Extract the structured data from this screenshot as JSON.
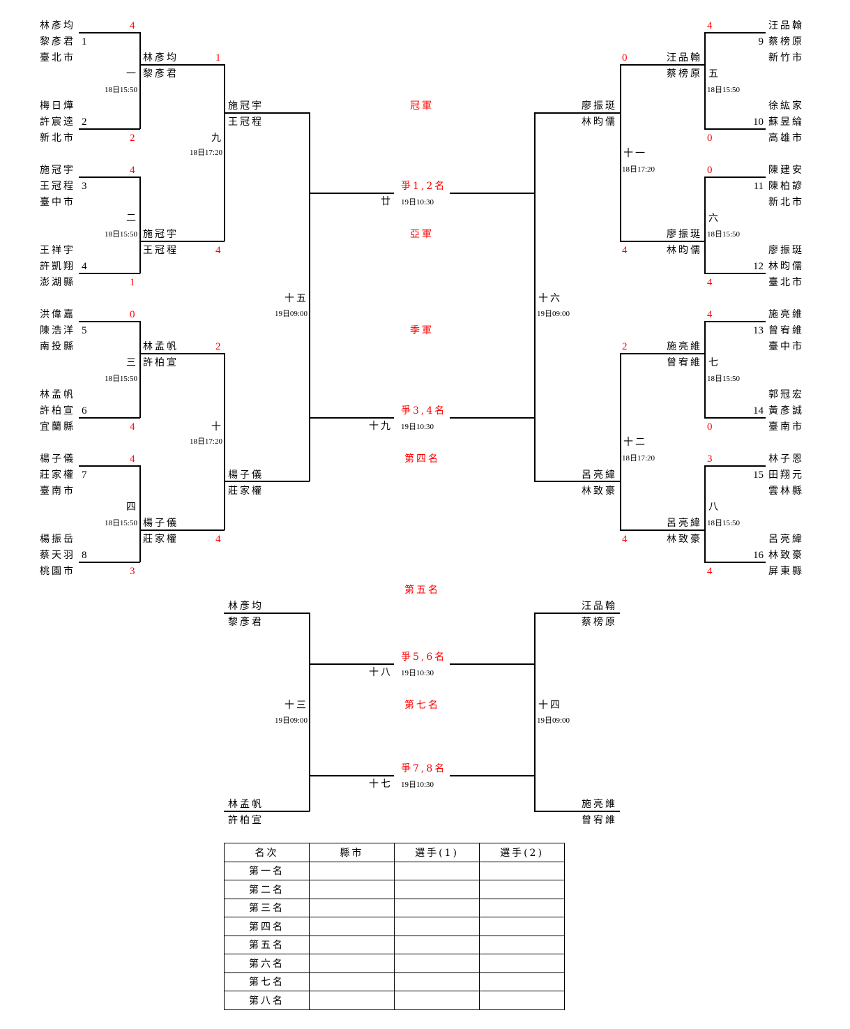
{
  "left_first_round": [
    {
      "seed": "1",
      "p1": "林彥均",
      "p2": "黎彥君",
      "city": "臺北市",
      "score": "4"
    },
    {
      "seed": "2",
      "p1": "梅日燁",
      "p2": "許宸逵",
      "city": "新北市",
      "score": "2"
    },
    {
      "seed": "3",
      "p1": "施冠宇",
      "p2": "王冠程",
      "city": "臺中市",
      "score": "4"
    },
    {
      "seed": "4",
      "p1": "王祥宇",
      "p2": "許凱翔",
      "city": "澎湖縣",
      "score": "1"
    },
    {
      "seed": "5",
      "p1": "洪偉嘉",
      "p2": "陳浩洋",
      "city": "南投縣",
      "score": "0"
    },
    {
      "seed": "6",
      "p1": "林孟帆",
      "p2": "許柏宣",
      "city": "宜蘭縣",
      "score": "4"
    },
    {
      "seed": "7",
      "p1": "楊子儀",
      "p2": "莊家權",
      "city": "臺南市",
      "score": "4"
    },
    {
      "seed": "8",
      "p1": "楊振岳",
      "p2": "蔡天羽",
      "city": "桃園市",
      "score": "3"
    }
  ],
  "right_first_round": [
    {
      "seed": "9",
      "p1": "汪品翰",
      "p2": "蔡榜原",
      "city": "新竹市",
      "score": "4"
    },
    {
      "seed": "10",
      "p1": "徐紘家",
      "p2": "蘇昱綸",
      "city": "高雄市",
      "score": "0"
    },
    {
      "seed": "11",
      "p1": "陳建安",
      "p2": "陳柏諺",
      "city": "新北市",
      "score": "0"
    },
    {
      "seed": "12",
      "p1": "廖振珽",
      "p2": "林昀儒",
      "city": "臺北市",
      "score": "4"
    },
    {
      "seed": "13",
      "p1": "施亮維",
      "p2": "曾宥維",
      "city": "臺中市",
      "score": "4"
    },
    {
      "seed": "14",
      "p1": "郭冠宏",
      "p2": "黃彥誠",
      "city": "臺南市",
      "score": "0"
    },
    {
      "seed": "15",
      "p1": "林子恩",
      "p2": "田翔元",
      "city": "雲林縣",
      "score": "3"
    },
    {
      "seed": "16",
      "p1": "呂亮緯",
      "p2": "林致豪",
      "city": "屏東縣",
      "score": "4"
    }
  ],
  "matches_r1": [
    {
      "no": "一",
      "time": "18日15:50"
    },
    {
      "no": "二",
      "time": "18日15:50"
    },
    {
      "no": "三",
      "time": "18日15:50"
    },
    {
      "no": "四",
      "time": "18日15:50"
    },
    {
      "no": "五",
      "time": "18日15:50"
    },
    {
      "no": "六",
      "time": "18日15:50"
    },
    {
      "no": "七",
      "time": "18日15:50"
    },
    {
      "no": "八",
      "time": "18日15:50"
    }
  ],
  "left_r2": [
    {
      "p1": "林彥均",
      "p2": "黎彥君",
      "score": "1"
    },
    {
      "p1": "施冠宇",
      "p2": "王冠程",
      "score": "4"
    },
    {
      "p1": "林孟帆",
      "p2": "許柏宣",
      "score": "2"
    },
    {
      "p1": "楊子儀",
      "p2": "莊家權",
      "score": "4"
    }
  ],
  "right_r2": [
    {
      "p1": "汪品翰",
      "p2": "蔡榜原",
      "score": "0"
    },
    {
      "p1": "廖振珽",
      "p2": "林昀儒",
      "score": "4"
    },
    {
      "p1": "施亮維",
      "p2": "曾宥維",
      "score": "2"
    },
    {
      "p1": "呂亮緯",
      "p2": "林致豪",
      "score": "4"
    }
  ],
  "matches_r2": [
    {
      "no": "九",
      "time": "18日17:20"
    },
    {
      "no": "十",
      "time": "18日17:20"
    },
    {
      "no": "十一",
      "time": "18日17:20"
    },
    {
      "no": "十二",
      "time": "18日17:20"
    }
  ],
  "left_semi": [
    {
      "p1": "施冠宇",
      "p2": "王冠程"
    },
    {
      "p1": "楊子儀",
      "p2": "莊家權"
    }
  ],
  "right_semi": [
    {
      "p1": "廖振珽",
      "p2": "林昀儒"
    },
    {
      "p1": "呂亮緯",
      "p2": "林致豪"
    }
  ],
  "matches_semi": [
    {
      "no": "十五",
      "time": "19日09:00"
    },
    {
      "no": "十六",
      "time": "19日09:00"
    }
  ],
  "final_labels": {
    "champion": "冠軍",
    "runner_up": "亞軍",
    "third": "季軍",
    "fourth": "第四名",
    "fifth": "第五名",
    "seventh": "第七名"
  },
  "finals": [
    {
      "title": "爭1,2名",
      "no": "廿",
      "time": "19日10:30"
    },
    {
      "title": "爭3,4名",
      "no": "十九",
      "time": "19日10:30"
    },
    {
      "title": "爭5,6名",
      "no": "十八",
      "time": "19日10:30"
    },
    {
      "title": "爭7,8名",
      "no": "十七",
      "time": "19日10:30"
    }
  ],
  "consolation": {
    "left_top": {
      "p1": "林彥均",
      "p2": "黎彥君"
    },
    "left_bottom": {
      "p1": "林孟帆",
      "p2": "許柏宣"
    },
    "right_top": {
      "p1": "汪品翰",
      "p2": "蔡榜原"
    },
    "right_bottom": {
      "p1": "施亮維",
      "p2": "曾宥維"
    },
    "left_match": {
      "no": "十三",
      "time": "19日09:00"
    },
    "right_match": {
      "no": "十四",
      "time": "19日09:00"
    }
  },
  "ranking_table": {
    "headers": [
      "名次",
      "縣市",
      "選手(1)",
      "選手(2)"
    ],
    "rows": [
      "第一名",
      "第二名",
      "第三名",
      "第四名",
      "第五名",
      "第六名",
      "第七名",
      "第八名"
    ]
  }
}
